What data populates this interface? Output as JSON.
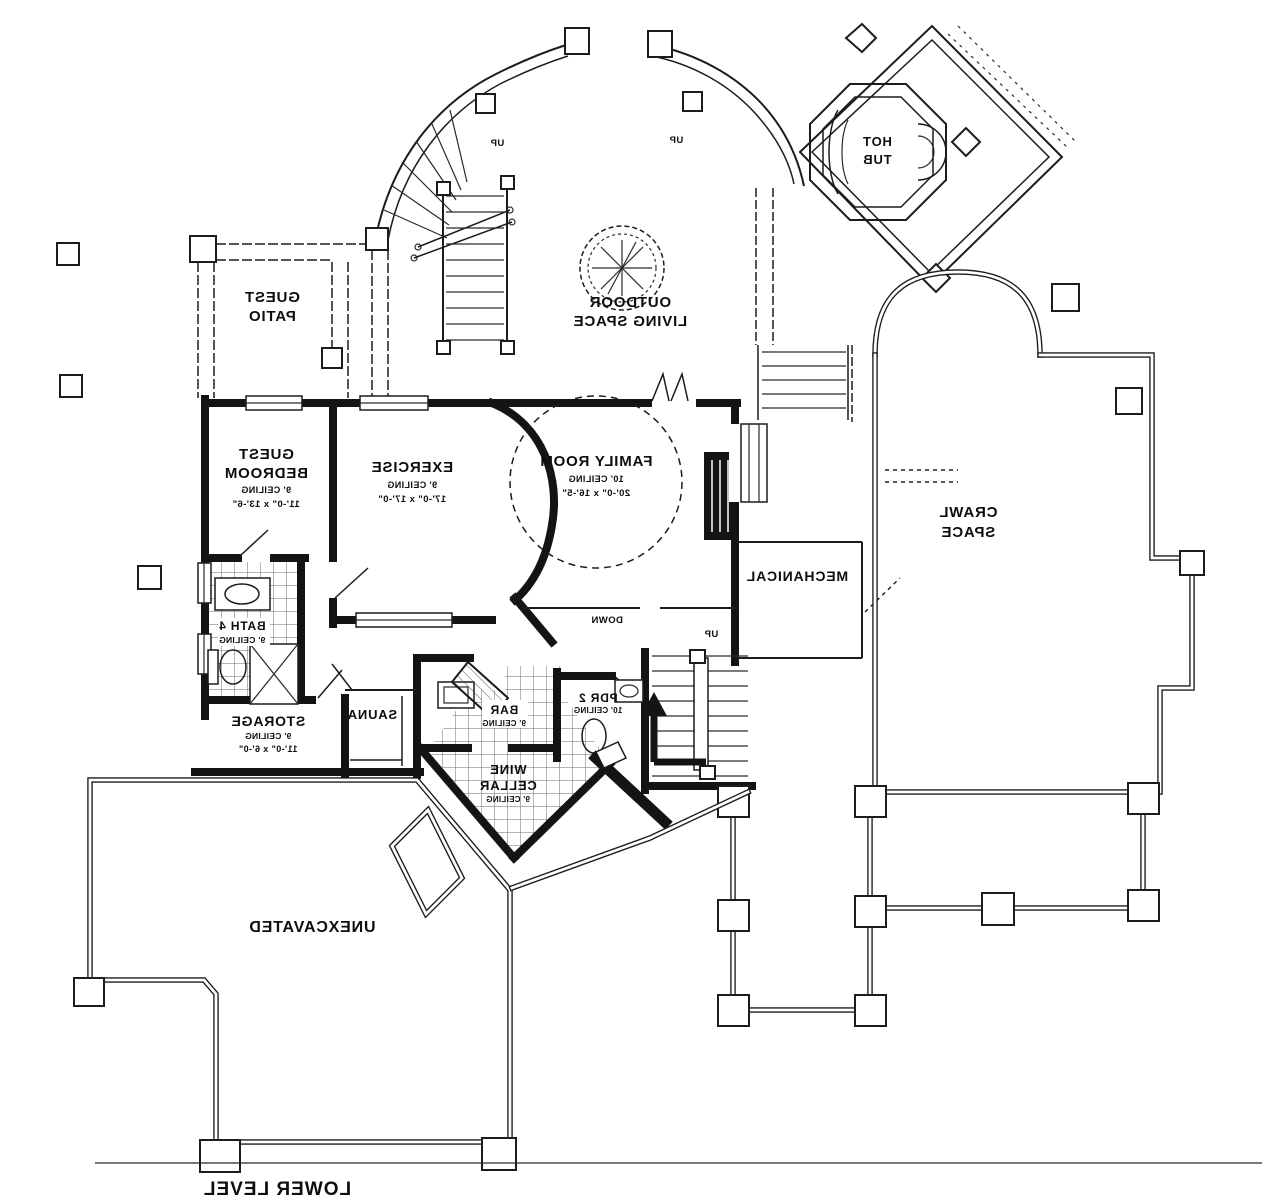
{
  "sheet": {
    "title": "LOWER LEVEL"
  },
  "colors": {
    "ink": "#141414",
    "paper": "#ffffff",
    "tile_line": "#666666"
  },
  "labels": {
    "outdoor1": "OUTDOOR",
    "outdoor2": "LIVING SPACE",
    "hot1": "HOT",
    "hot2": "TUB",
    "patio1": "GUEST",
    "patio2": "PATIO",
    "bed1": "GUEST",
    "bed2": "BEDROOM",
    "bed3": "9' CEILING",
    "bed4": "11'-0\" x 13'-6\"",
    "ex1": "EXERCISE",
    "ex2": "9' CEILING",
    "ex3": "17'-0\" x 17'-0\"",
    "fam1": "FAMILY ROOM",
    "fam2": "10' CEILING",
    "fam3": "20'-0\" x 16'-5\"",
    "mech": "MECHANICAL",
    "crawl1": "CRAWL",
    "crawl2": "SPACE",
    "bath1": "BATH 4",
    "bath2": "9' CEILING",
    "sto1": "STORAGE",
    "sto2": "9' CEILING",
    "sto3": "11'-0\" x 6'-0\"",
    "sauna": "SAUNA",
    "bar1": "BAR",
    "bar2": "9' CEILING",
    "pdr1": "PDR 2",
    "pdr2c": "10' CEILING",
    "wine1": "WINE",
    "wine2": "CELLAR",
    "wine3": "9' CEILING",
    "unex": "UNEXCAVATED",
    "level": "LOWER LEVEL",
    "up": "UP",
    "down": "DOWN"
  },
  "note": "Mirrored (reversed) architectural lower-level floor plan drawing"
}
